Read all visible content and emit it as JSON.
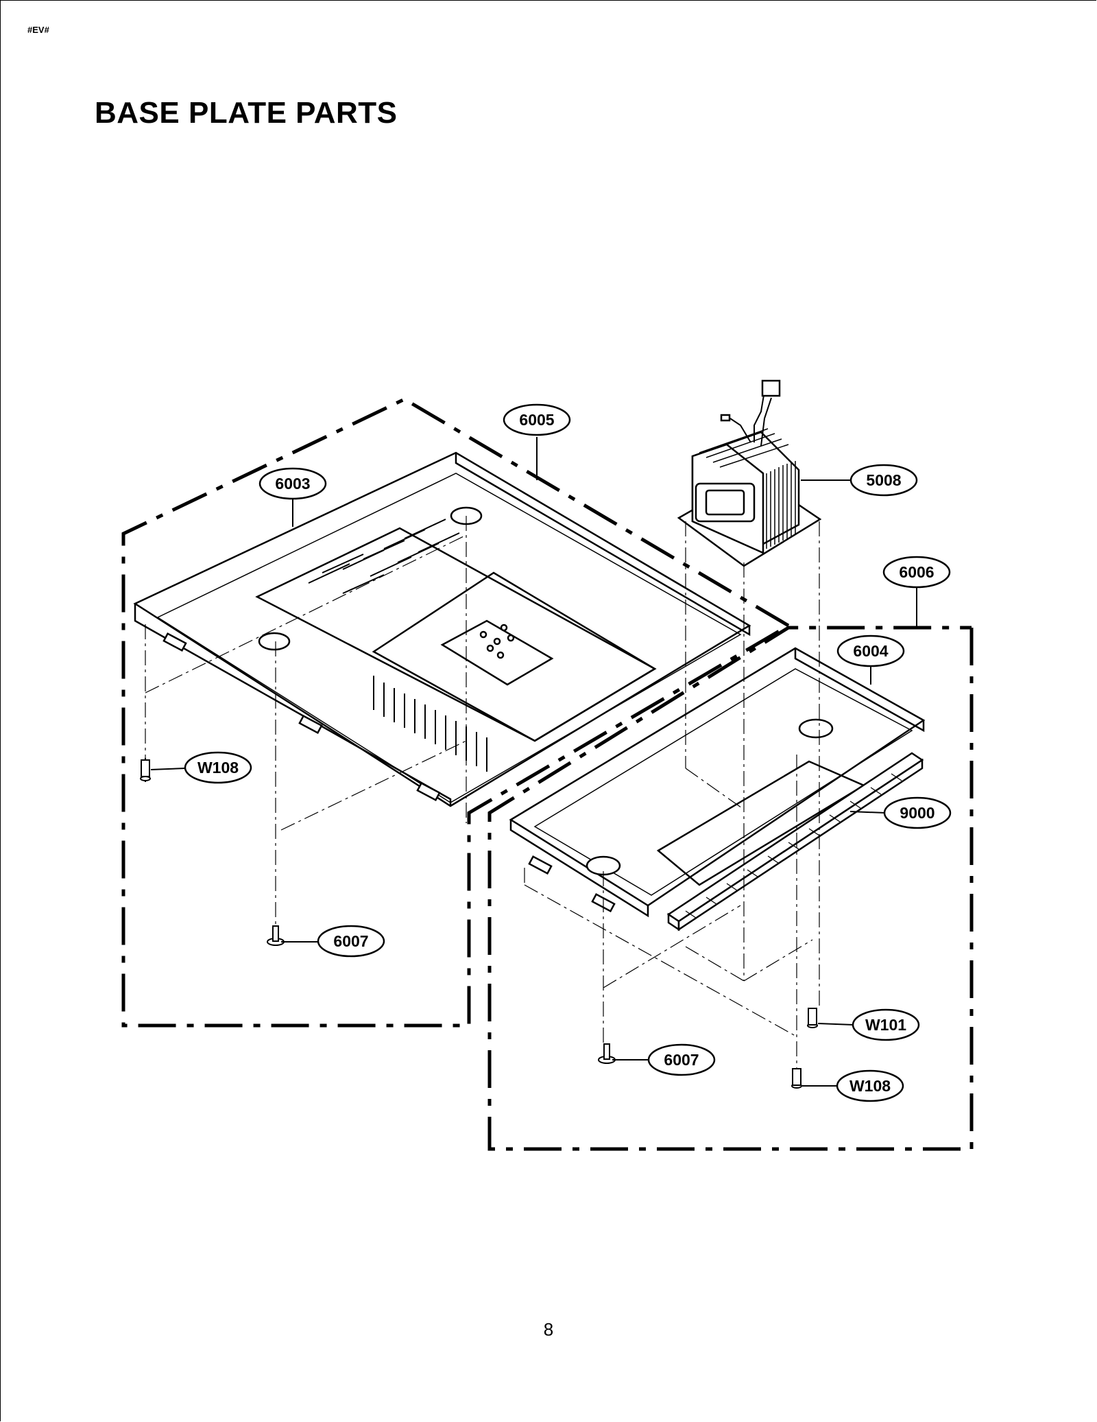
{
  "header": {
    "code": "#EV#"
  },
  "title": "BASE PLATE PARTS",
  "page_number": "8",
  "callouts": {
    "c6005": "6005",
    "c6003": "6003",
    "c5008": "5008",
    "c6006": "6006",
    "c6004": "6004",
    "c9000": "9000",
    "cW108a": "W108",
    "c6007a": "6007",
    "cW101": "W101",
    "c6007b": "6007",
    "cW108b": "W108"
  }
}
